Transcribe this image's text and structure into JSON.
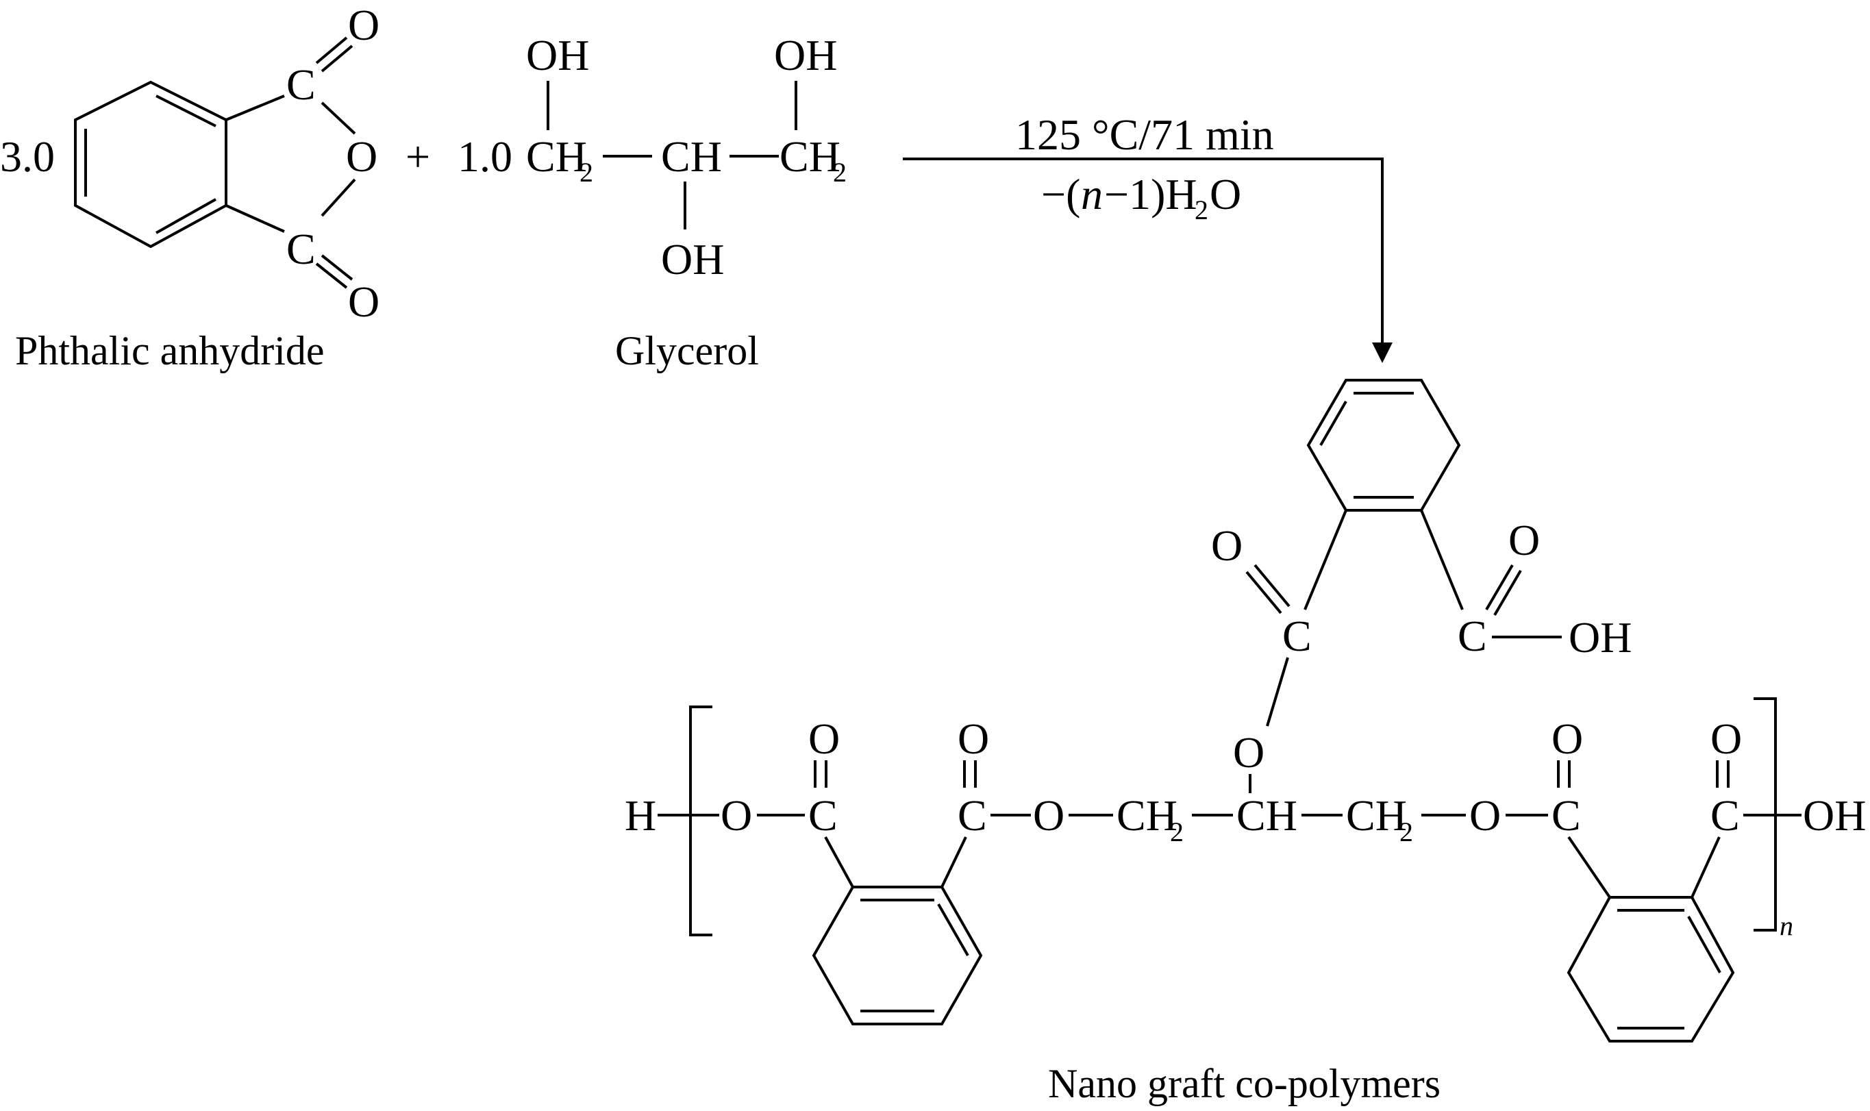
{
  "reactants": {
    "phthalic_anhydride": {
      "coefficient": "3.0",
      "name": "Phthalic anhydride",
      "atoms": {
        "carbonyl_carbon": "C",
        "ring_oxygen": "O",
        "carbonyl_oxygen": "O"
      }
    },
    "plus_sign": "+",
    "glycerol": {
      "coefficient": "1.0",
      "name": "Glycerol",
      "groups": {
        "ch2": "CH",
        "ch2_subscript": "2",
        "ch": "CH",
        "oh": "OH"
      }
    }
  },
  "conditions": {
    "temperature_time": "125 °C/71 min",
    "water_loss": {
      "prefix": "−(",
      "n": "n",
      "minus_one": "−1)H",
      "subscript": "2",
      "suffix": "O"
    }
  },
  "product": {
    "name": "Nano graft co-polymers",
    "end_groups": {
      "left": "H",
      "right": "OH"
    },
    "repeat_subscript": "n",
    "atoms": {
      "C": "C",
      "O": "O",
      "OH": "OH",
      "CH2": "CH",
      "CH2_subscript": "2",
      "CH": "CH"
    }
  },
  "colors": {
    "ink": "#000000",
    "background": "#ffffff"
  }
}
